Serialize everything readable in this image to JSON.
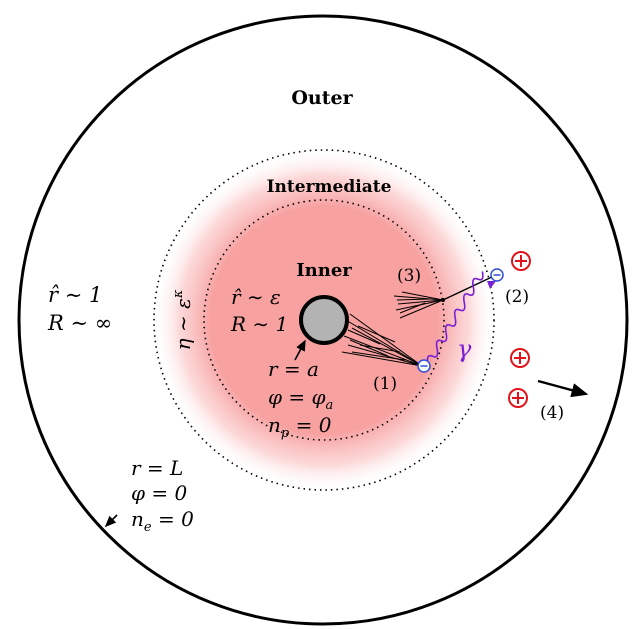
{
  "regions": {
    "outer": "Outer",
    "intermediate": "Intermediate",
    "inner": "Inner"
  },
  "outer_scaling": {
    "line1": "r̂ ∼ 1",
    "line2": "R ∼ ∞"
  },
  "intermediate_scaling": "η ∼ ε",
  "intermediate_scaling_exponent": "κ",
  "inner_scaling": {
    "line1": "r̂ ∼ ε",
    "line2": "R ∼ 1"
  },
  "anode_bc": {
    "line1": "r = a",
    "line2": "φ = φ",
    "line2_sub": "a",
    "line3": "n",
    "line3_sub": "p",
    "line3_rest": " = 0"
  },
  "outer_bc": {
    "line1": "r = L",
    "line2": "φ = 0",
    "line3": "n",
    "line3_sub": "e",
    "line3_rest": " = 0"
  },
  "process_labels": [
    "(1)",
    "(2)",
    "(3)",
    "(4)"
  ],
  "photon_symbol": "γ",
  "charges": {
    "electron": "⊖",
    "ion": "⊕"
  },
  "colors": {
    "glow": "#f7a1a1",
    "anode_fill": "#b3b3b3",
    "electron": "#2f4fd6",
    "ion": "#e0141a",
    "photon": "#7a1fd6",
    "line": "#000000"
  }
}
